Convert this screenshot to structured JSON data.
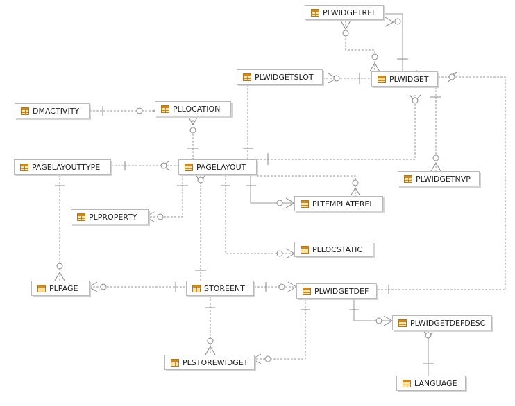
{
  "entities": {
    "plwidgetrel": "PLWIDGETREL",
    "plwidgetslot": "PLWIDGETSLOT",
    "plwidget": "PLWIDGET",
    "dmactivity": "DMACTIVITY",
    "pllocation": "PLLOCATION",
    "pagelayouttype": "PAGELAYOUTTYPE",
    "pagelayout": "PAGELAYOUT",
    "plwidgetnvp": "PLWIDGETNVP",
    "pltemplaterel": "PLTEMPLATEREL",
    "plproperty": "PLPROPERTY",
    "pllocstatic": "PLLOCSTATIC",
    "plpage": "PLPAGE",
    "storeent": "STOREENT",
    "plwidgetdef": "PLWIDGETDEF",
    "plwidgetdefdesc": "PLWIDGETDEFDESC",
    "plstorewidget": "PLSTOREWIDGET",
    "language": "LANGUAGE"
  },
  "colors": {
    "line": "#999999",
    "entity_border": "#b9b9b9",
    "table_icon": "#f8e3a8"
  },
  "icons": {
    "entity": "table-icon"
  }
}
